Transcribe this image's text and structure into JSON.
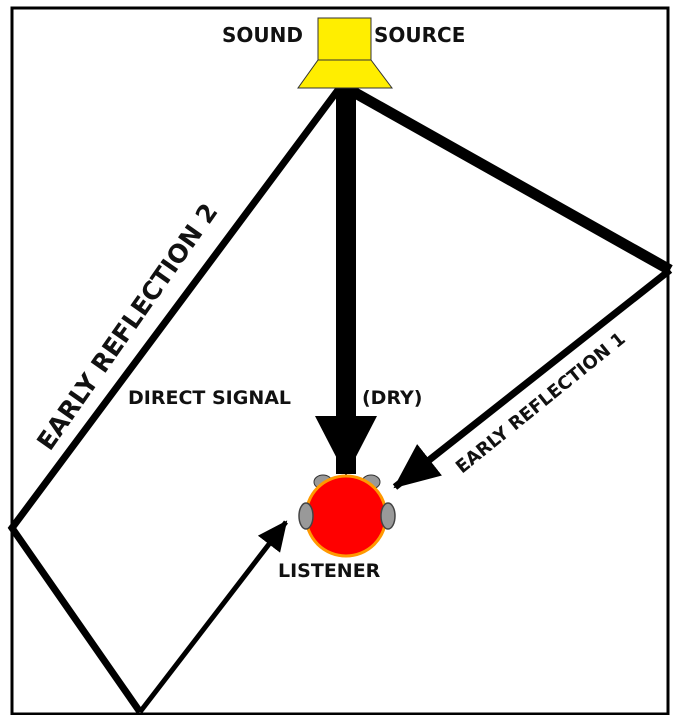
{
  "labels": {
    "sound": "SOUND",
    "source": "SOURCE",
    "direct_signal": "DIRECT SIGNAL",
    "dry": "(DRY)",
    "early_reflection_1": "EARLY REFLECTION 1",
    "early_reflection_2": "EARLY REFLECTION 2",
    "listener": "LISTENER"
  },
  "colors": {
    "speaker": "#ffee00",
    "listener_head": "#ff0000",
    "listener_rim": "#ff9900",
    "ears": "#999999",
    "lines": "#000000",
    "frame": "#000000"
  },
  "icons": {
    "source": "speaker-icon",
    "listener": "listener-head-icon"
  }
}
